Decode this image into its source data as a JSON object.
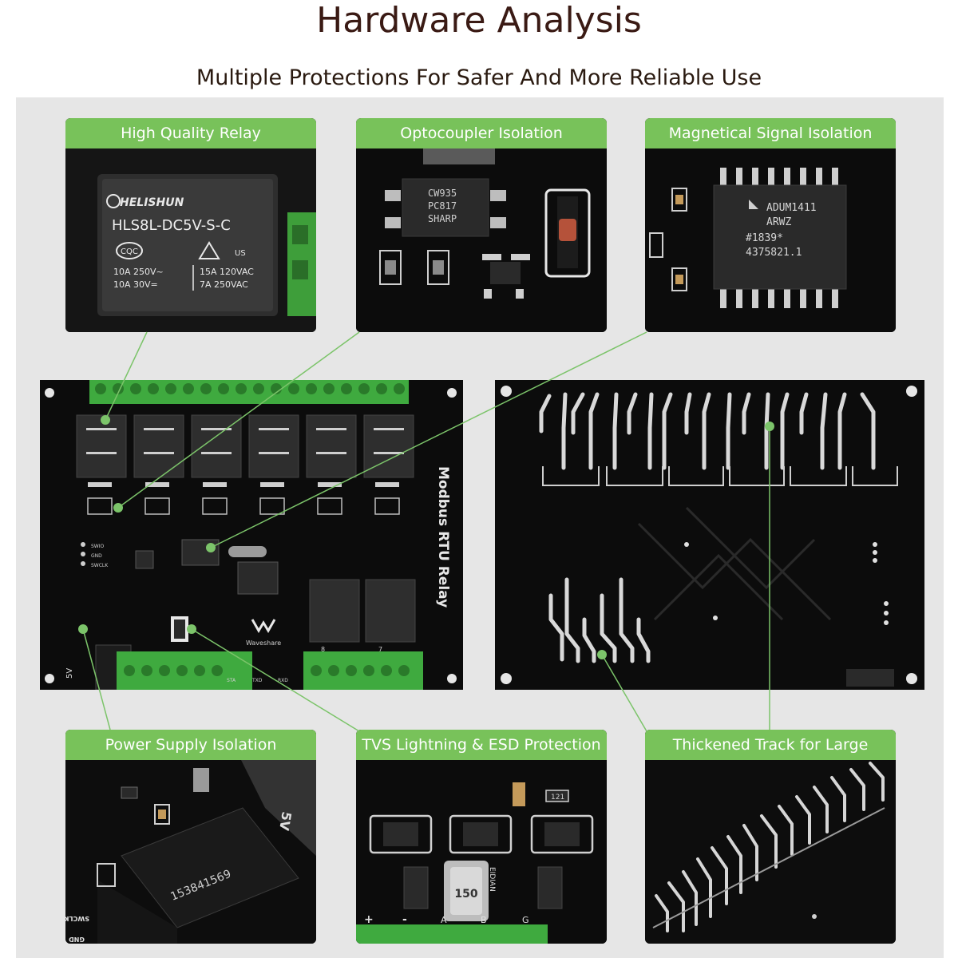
{
  "header": {
    "title": "Hardware Analysis",
    "subtitle": "Multiple Protections For Safer And More Reliable Use"
  },
  "panels": {
    "relay": {
      "label": "High Quality Relay",
      "brand": "HELISHUN",
      "model": "HLS8L-DC5V-S-C",
      "cqc": "CQC",
      "rating_l1": "10A 250V~",
      "rating_l2": "10A  30V=",
      "rating_r1": "15A 120VAC",
      "rating_r2": "7A 250VAC",
      "ul": "US"
    },
    "optocoupler": {
      "label": "Optocoupler Isolation",
      "chip_l1": "CW935",
      "chip_l2": "PC817",
      "chip_l3": "SHARP"
    },
    "magnetic": {
      "label": "Magnetical Signal Isolation",
      "chip_l1": "ADUM1411",
      "chip_l2": "ARWZ",
      "chip_l3": "#1839*",
      "chip_l4": "4375821.1"
    },
    "power": {
      "label": "Power Supply Isolation",
      "module_text": "153841569",
      "mark_5v": "5V",
      "mark_swclk": "SWCLK",
      "mark_gnd": "GND"
    },
    "tvs": {
      "label": "TVS Lightning & ESD Protection",
      "gdt_text": "150",
      "gdt_brand": "EIDIAN",
      "res": "121",
      "pins": [
        "+",
        "-",
        "A",
        "B",
        "G"
      ]
    },
    "track": {
      "label": "Thickened Track for Large Current"
    }
  },
  "front_board": {
    "vertical_label": "Modbus RTU Relay",
    "brand": "Waveshare",
    "label_5v": "5V",
    "swd_labels": [
      "SWIO",
      "GND",
      "SWCLK"
    ],
    "bottom_labels": [
      "STA",
      "TXD",
      "RXD"
    ],
    "channel_labels": [
      "8",
      "7"
    ]
  },
  "colors": {
    "accent_green": "#78c25a",
    "terminal_green": "#3faa3f",
    "pcb_black": "#0c0c0c",
    "leader_line": "#7cc46a"
  }
}
